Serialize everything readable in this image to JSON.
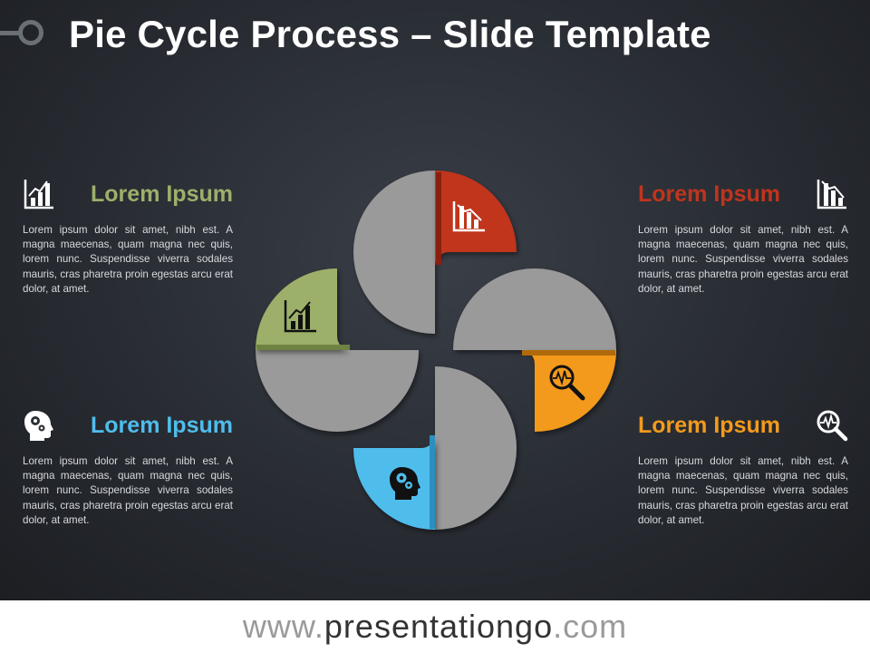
{
  "title": "Pie Cycle Process – Slide Template",
  "colors": {
    "green": "#9cb06a",
    "red": "#c0341d",
    "orange": "#f39a1c",
    "blue": "#4fbdec",
    "gray": "#9a9a9a"
  },
  "items": [
    {
      "position": "top-left",
      "label": "Lorem Ipsum",
      "icon": "growth-chart-icon",
      "color": "#9cb06a",
      "text": "Lorem ipsum dolor sit amet, nibh est. A magna maecenas, quam magna nec quis, lorem nunc. Suspendisse viverra sodales mauris, cras pharetra proin egestas arcu erat dolor, at amet."
    },
    {
      "position": "top-right",
      "label": "Lorem Ipsum",
      "icon": "decline-chart-icon",
      "color": "#c0341d",
      "text": "Lorem ipsum dolor sit amet, nibh est. A magna maecenas, quam magna nec quis, lorem nunc. Suspendisse viverra sodales mauris, cras pharetra proin egestas arcu erat dolor, at amet."
    },
    {
      "position": "bottom-left",
      "label": "Lorem Ipsum",
      "icon": "head-gears-icon",
      "color": "#4fbdec",
      "text": "Lorem ipsum dolor sit amet, nibh est. A magna maecenas, quam magna nec quis, lorem nunc. Suspendisse viverra sodales mauris, cras pharetra proin egestas arcu erat dolor, at amet."
    },
    {
      "position": "bottom-right",
      "label": "Lorem Ipsum",
      "icon": "magnifier-pulse-icon",
      "color": "#f39a1c",
      "text": "Lorem ipsum dolor sit amet, nibh est. A magna maecenas, quam magna nec quis, lorem nunc. Suspendisse viverra sodales mauris, cras pharetra proin egestas arcu erat dolor, at amet."
    }
  ],
  "footer": {
    "prefix": "www.",
    "brand": "presentationgo",
    "suffix": ".com"
  }
}
